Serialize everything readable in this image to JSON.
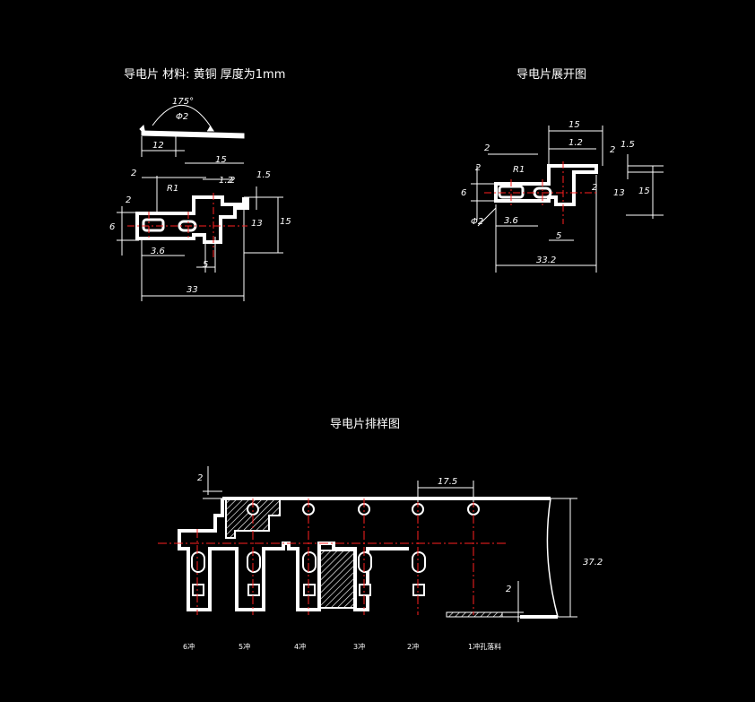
{
  "views": {
    "part": {
      "title": "导电片    材料: 黄铜    厚度为1mm",
      "dims": {
        "angle": "175°",
        "dia": "Φ2",
        "d12": "12",
        "d2": "2",
        "d15": "15",
        "d1_2": "1.2",
        "d1_5": "1.5",
        "dR1": "R1",
        "d2b": "2",
        "d6": "6",
        "d13": "13",
        "d15v": "15",
        "d3_6": "3.6",
        "d5": "5",
        "d33": "33",
        "d2c": "2"
      }
    },
    "unfolded": {
      "title": "导电片展开图",
      "dims": {
        "d15": "15",
        "d1_2": "1.2",
        "d1_5": "1.5",
        "d2": "2",
        "dR1": "R1",
        "d2b": "2",
        "d6": "6",
        "d13": "13",
        "d15v": "15",
        "dphi2": "Φ2",
        "d3_6": "3.6",
        "d5": "5",
        "d33_2": "33.2",
        "d2c": "2",
        "d2d": "2"
      }
    },
    "layout": {
      "title": "导电片排样图",
      "dims": {
        "d2": "2",
        "d17_5": "17.5",
        "d37_2": "37.2",
        "d2b": "2"
      },
      "stations": [
        "6冲",
        "5冲",
        "4冲",
        "3冲",
        "2冲",
        "1冲孔落料"
      ]
    }
  },
  "colors": {
    "line": "#ffffff",
    "center": "#ff2020",
    "bg": "#000000"
  }
}
